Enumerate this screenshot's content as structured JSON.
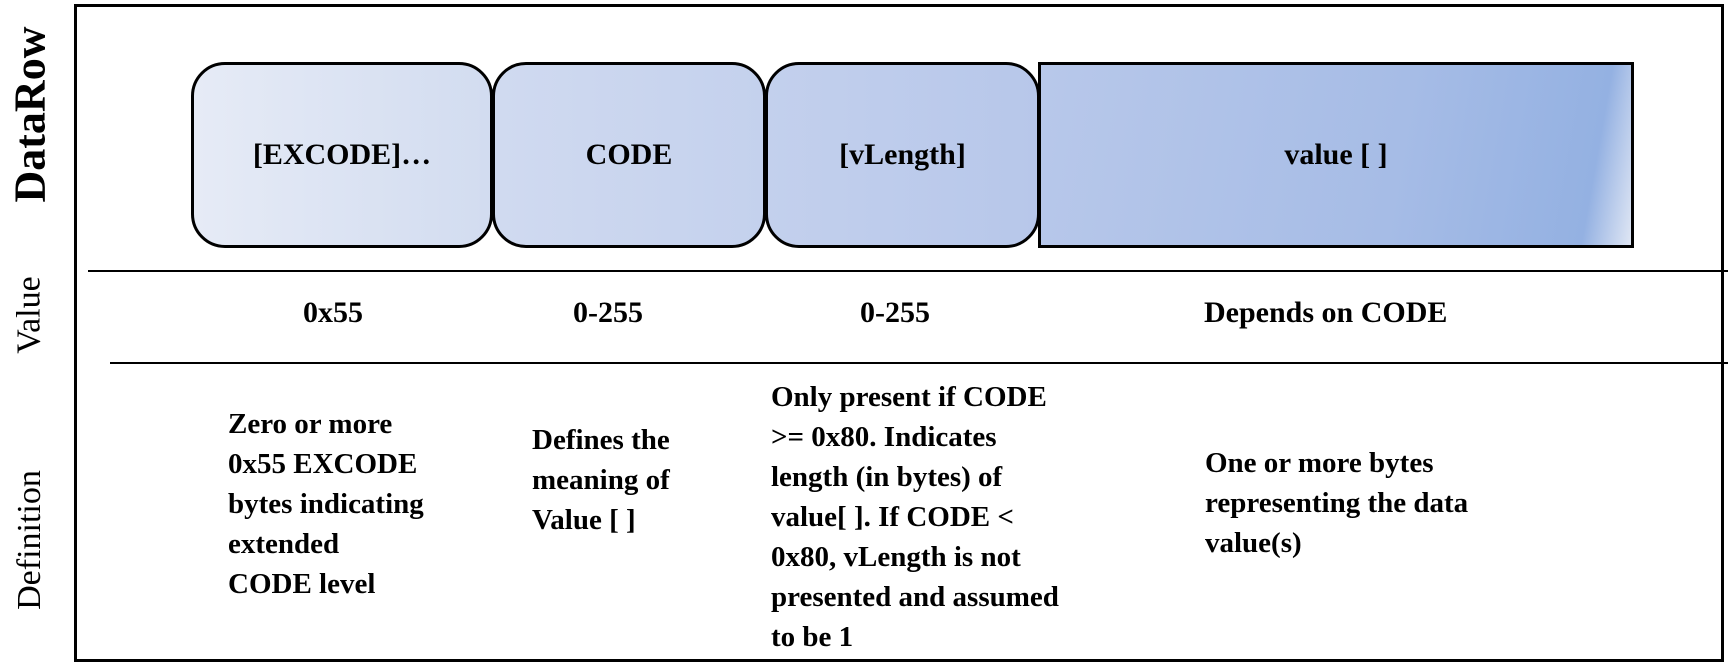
{
  "row_labels": {
    "datarow": "DataRow",
    "value": "Value",
    "definition": "Definition"
  },
  "fields": [
    {
      "label": "[EXCODE]…",
      "value": "0x55",
      "definition_lines": [
        "Zero or more",
        "0x55 EXCODE",
        "bytes indicating",
        "extended",
        "CODE level"
      ]
    },
    {
      "label": "CODE",
      "value": "0-255",
      "definition_lines": [
        "Defines the",
        "meaning of",
        "Value [ ]"
      ]
    },
    {
      "label": "[vLength]",
      "value": "0-255",
      "definition_lines": [
        "Only present if CODE",
        ">= 0x80. Indicates",
        "length (in bytes) of",
        "value[ ]. If CODE <",
        "0x80, vLength is not",
        "presented and assumed",
        "to be 1"
      ]
    },
    {
      "label": "value [ ]",
      "value": "Depends on CODE",
      "definition_lines": [
        "One or more bytes",
        "representing the data",
        "value(s)"
      ]
    }
  ],
  "colors": {
    "field_fill_light": "#e6ebf6",
    "field_fill_dark": "#94b1e2",
    "border": "#000000"
  }
}
